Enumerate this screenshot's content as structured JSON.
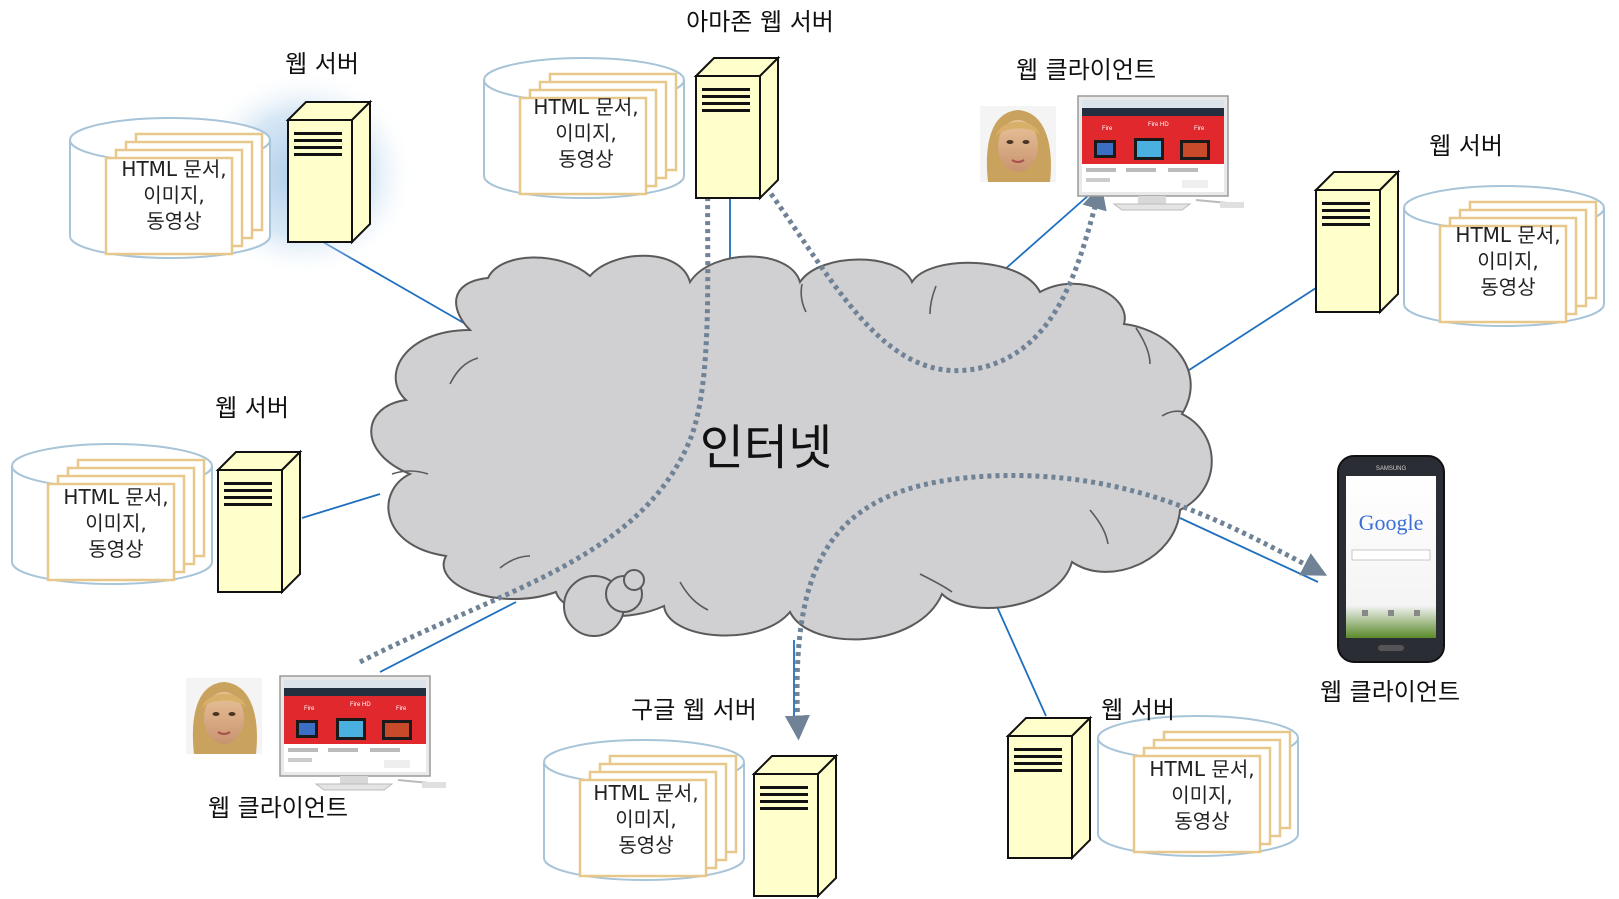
{
  "cloud": {
    "label": "인터넷"
  },
  "storage_lines": [
    "HTML 문서,",
    "이미지,",
    "동영상"
  ],
  "servers": [
    {
      "id": "web-server-top-left",
      "label": "웹 서버"
    },
    {
      "id": "amazon-web-server",
      "label": "아마존 웹 서버"
    },
    {
      "id": "web-server-right",
      "label": "웹 서버"
    },
    {
      "id": "web-server-left",
      "label": "웹 서버"
    },
    {
      "id": "google-web-server",
      "label": "구글 웹 서버"
    },
    {
      "id": "web-server-bottom-right",
      "label": "웹 서버"
    }
  ],
  "clients": [
    {
      "id": "web-client-top",
      "label": "웹 클라이언트"
    },
    {
      "id": "web-client-bottom-left",
      "label": "웹 클라이언트"
    },
    {
      "id": "web-client-mobile",
      "label": "웹 클라이언트"
    }
  ],
  "phone": {
    "brand": "SAMSUNG",
    "search_logo": "Google"
  },
  "colors": {
    "cloud_fill": "#d0d0d2",
    "server_fill": "#ffffcc",
    "link_line": "#1f6fbf",
    "flow_arrow": "#6f8296",
    "doc_stroke": "#e8c88a",
    "glow": "#bcd7ee"
  }
}
